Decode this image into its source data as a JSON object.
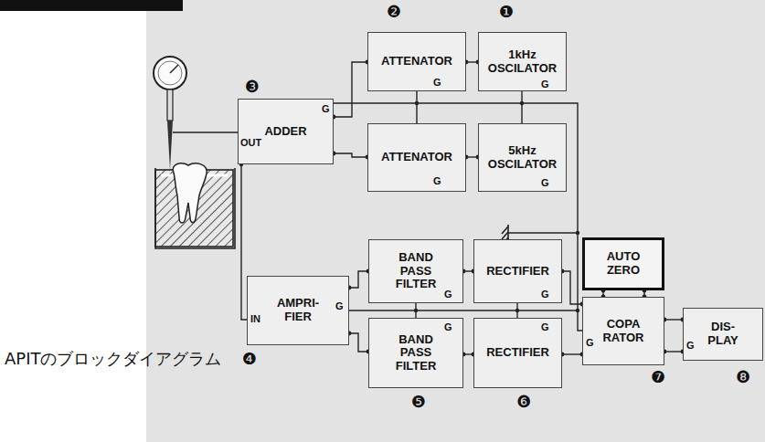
{
  "diagram": {
    "caption": "APITのブロックダイアグラム",
    "nodes": [
      {
        "text": [
          "1kHz OSCILATOR"
        ]
      },
      {
        "text": [
          "ATTENATOR"
        ]
      },
      {
        "text": [
          "ADDER"
        ]
      },
      {
        "text": [
          "ATTENATOR"
        ]
      },
      {
        "text": [
          "5kHz OSCILATOR"
        ]
      },
      {
        "text": [
          "AMPRI- FIER"
        ]
      },
      {
        "text": [
          "BAND PASS FILTER"
        ]
      },
      {
        "text": [
          "RECTIFIER"
        ]
      },
      {
        "text": [
          "BAND PASS FILTER"
        ]
      },
      {
        "text": [
          "RECTIFIER"
        ]
      },
      {
        "text": [
          "AUTO ZERO"
        ]
      },
      {
        "text": [
          "COPA RATOR"
        ]
      },
      {
        "text": [
          "DIS- PLAY"
        ]
      }
    ],
    "edges": [
      {
        "from": 0,
        "to": 1,
        "arrow": "none"
      },
      {
        "from": 1,
        "to": 2,
        "arrow": "none"
      },
      {
        "from": 4,
        "to": 3,
        "arrow": "none"
      },
      {
        "from": 3,
        "to": 2,
        "arrow": "none"
      },
      {
        "from": 5,
        "to": 6,
        "arrow": "none"
      },
      {
        "from": 6,
        "to": 7,
        "arrow": "none"
      },
      {
        "from": 7,
        "to": 11,
        "arrow": "none"
      },
      {
        "from": 5,
        "to": 8,
        "arrow": "none"
      },
      {
        "from": 8,
        "to": 9,
        "arrow": "none"
      },
      {
        "from": 9,
        "to": 11,
        "arrow": "none"
      },
      {
        "from": 10,
        "to": 11,
        "arrow": "none"
      },
      {
        "from": 10,
        "to": 11,
        "arrow": "none"
      },
      {
        "from": 11,
        "to": 12,
        "arrow": "none"
      },
      {
        "from": 11,
        "to": 12,
        "arrow": "none"
      }
    ],
    "labels": [
      "❶",
      "❷",
      "❸",
      "❹",
      "❺",
      "❻",
      "❼",
      "❽",
      "OUT",
      "IN",
      "G",
      "G",
      "G",
      "G",
      "G",
      "G",
      "G",
      "G",
      "G",
      "G",
      "G",
      "G"
    ]
  }
}
